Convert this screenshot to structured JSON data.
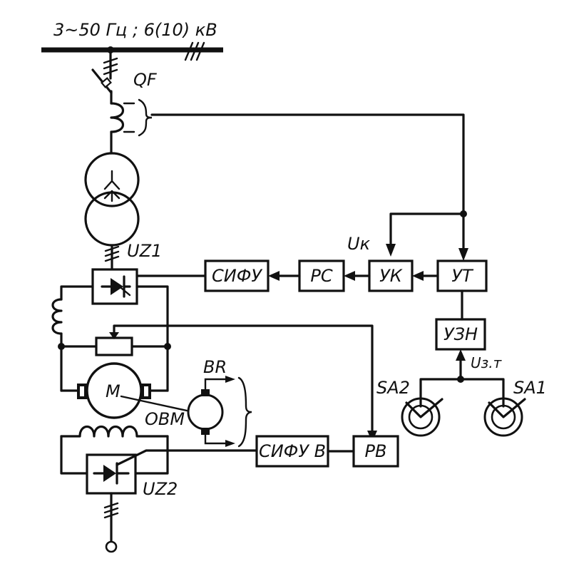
{
  "title": "3~50 Гц ; 6(10) кВ",
  "labels": {
    "breaker": "QF",
    "rectifier_armature": "UZ1",
    "rectifier_field": "UZ2",
    "tachogenerator": "BR",
    "field_winding": "ОВМ",
    "motor": "M",
    "switch_2": "SA2",
    "switch_1": "SA1",
    "current_signal": "Uк",
    "setpoint_signal": "Uз.т"
  },
  "blocks": {
    "sifu": "СИФУ",
    "rs": "РС",
    "uk": "УК",
    "ut": "УТ",
    "uzn": "УЗН",
    "sifu_v": "СИФУ В",
    "rv": "РВ"
  }
}
